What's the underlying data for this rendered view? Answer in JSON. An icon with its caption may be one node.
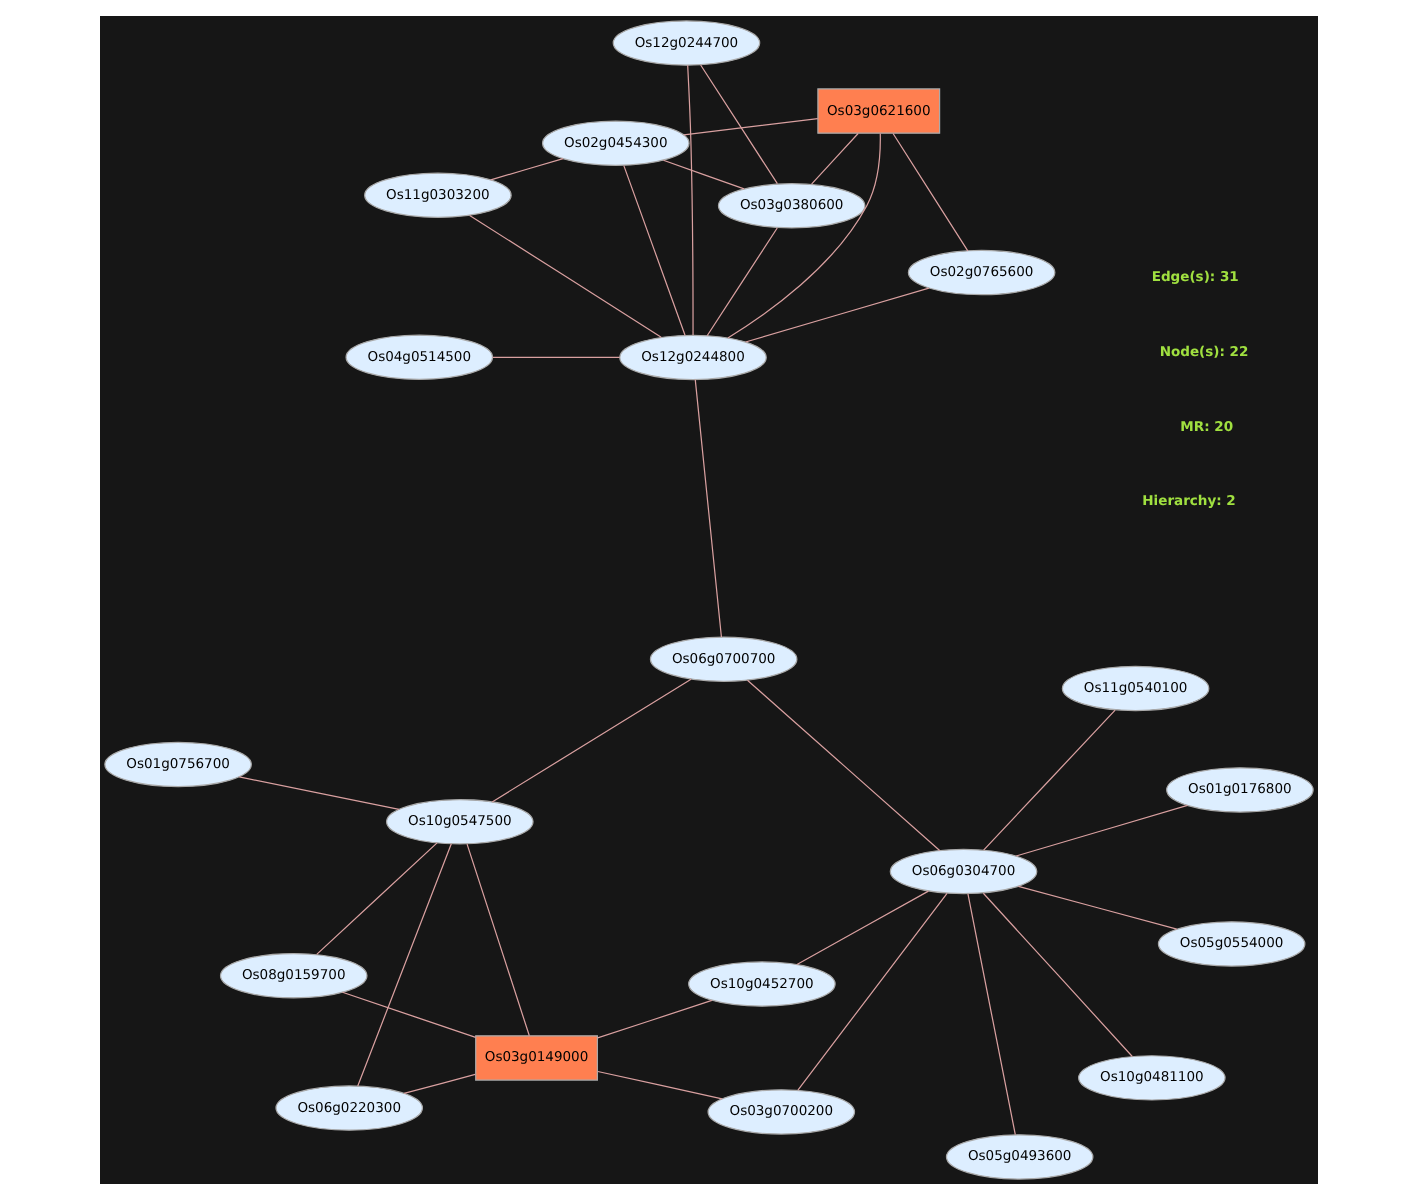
{
  "diagram": {
    "nodes": [
      {
        "text": [
          "Os10g0452700"
        ]
      },
      {
        "text": [
          "Os03g0149000"
        ]
      },
      {
        "text": [
          "Os05g0493600"
        ]
      },
      {
        "text": [
          "Os06g0220300"
        ]
      },
      {
        "text": [
          "Os11g0540100"
        ]
      },
      {
        "text": [
          "Os08g0159700"
        ]
      },
      {
        "text": [
          "Os03g0700200"
        ]
      },
      {
        "text": [
          "Os10g0547500"
        ]
      },
      {
        "text": [
          "Os06g0304700"
        ]
      },
      {
        "text": [
          "Os10g0481100"
        ]
      },
      {
        "text": [
          "Os01g0756700"
        ]
      },
      {
        "text": [
          "Os06g0700700"
        ]
      },
      {
        "text": [
          "Os01g0176800"
        ]
      },
      {
        "text": [
          "Os03g0380600"
        ]
      },
      {
        "text": [
          "Os12g0244800"
        ]
      },
      {
        "text": [
          "Os05g0554000"
        ]
      },
      {
        "text": [
          "Os02g0765600"
        ]
      },
      {
        "text": [
          "Os03g0621600"
        ]
      },
      {
        "text": [
          "Os02g0454300"
        ]
      },
      {
        "text": [
          "Os12g0244700"
        ]
      },
      {
        "text": [
          "Os11g0303200"
        ]
      },
      {
        "text": [
          "Os04g0514500"
        ]
      }
    ],
    "edges": [
      {
        "from": 8,
        "to": 2,
        "arrow": "none"
      },
      {
        "from": 8,
        "to": 4,
        "arrow": "none"
      },
      {
        "from": 8,
        "to": 0,
        "arrow": "none"
      },
      {
        "from": 8,
        "to": 6,
        "arrow": "none"
      },
      {
        "from": 8,
        "to": 9,
        "arrow": "none"
      },
      {
        "from": 8,
        "to": 11,
        "arrow": "none"
      },
      {
        "from": 8,
        "to": 12,
        "arrow": "none"
      },
      {
        "from": 8,
        "to": 15,
        "arrow": "none"
      },
      {
        "from": 6,
        "to": 1,
        "arrow": "none"
      },
      {
        "from": 0,
        "to": 1,
        "arrow": "none"
      },
      {
        "from": 1,
        "to": 3,
        "arrow": "none"
      },
      {
        "from": 1,
        "to": 5,
        "arrow": "none"
      },
      {
        "from": 1,
        "to": 7,
        "arrow": "none"
      },
      {
        "from": 7,
        "to": 3,
        "arrow": "none"
      },
      {
        "from": 7,
        "to": 5,
        "arrow": "none"
      },
      {
        "from": 7,
        "to": 10,
        "arrow": "none"
      },
      {
        "from": 7,
        "to": 11,
        "arrow": "none"
      },
      {
        "from": 11,
        "to": 14,
        "arrow": "none"
      },
      {
        "from": 14,
        "to": 13,
        "arrow": "none"
      },
      {
        "from": 14,
        "to": 16,
        "arrow": "none"
      },
      {
        "from": 14,
        "to": 18,
        "arrow": "none"
      },
      {
        "from": 14,
        "to": 21,
        "arrow": "none"
      },
      {
        "from": 14,
        "to": 20,
        "arrow": "none"
      },
      {
        "from": 14,
        "to": 19,
        "arrow": "none"
      },
      {
        "from": 14,
        "to": 17,
        "arrow": "none"
      },
      {
        "from": 17,
        "to": 13,
        "arrow": "none"
      },
      {
        "from": 17,
        "to": 16,
        "arrow": "none"
      },
      {
        "from": 17,
        "to": 18,
        "arrow": "none"
      },
      {
        "from": 19,
        "to": 13,
        "arrow": "none"
      },
      {
        "from": 20,
        "to": 18,
        "arrow": "none"
      },
      {
        "from": 13,
        "to": 18,
        "arrow": "none"
      }
    ],
    "labels": [
      "Hierarchy: 2",
      "MR: 20",
      "Node(s): 22",
      "Edge(s): 31"
    ]
  }
}
